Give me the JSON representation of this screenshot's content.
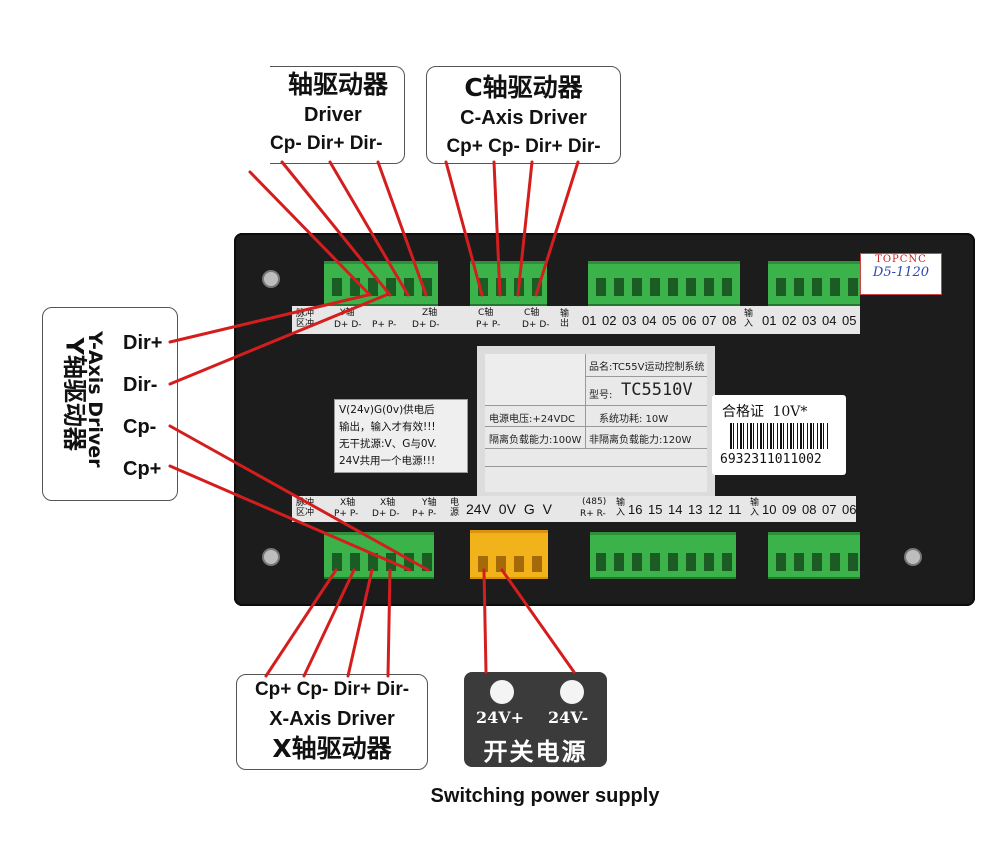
{
  "callouts": {
    "y_top": {
      "cn": "轴驱动器",
      "en": "Driver",
      "pins": "Cp- Dir+ Dir-"
    },
    "c": {
      "cn": "C轴驱动器",
      "en": "C-Axis Driver",
      "pins": "Cp+ Cp- Dir+ Dir-"
    },
    "y_left": {
      "cn": "Y轴驱动器",
      "en": "Y-Axis Driver",
      "pins": [
        "Dir+",
        "Dir-",
        "Cp-",
        "Cp+"
      ]
    },
    "x": {
      "pins": "Cp+ Cp- Dir+ Dir-",
      "en": "X-Axis Driver",
      "cn": "X轴驱动器"
    },
    "power": {
      "v_pos": "24V+",
      "v_neg": "24V-",
      "cn": "开关电源"
    }
  },
  "caption": "Switching power supply",
  "top_strip": {
    "pulse": "脉冲\n区冲",
    "y_axis": "Y轴",
    "y_pins": "D+ D-",
    "z_axis": "Z轴",
    "z_pins_a": "P+ P-",
    "z_pins_b": "D+ D-",
    "c_axis": "C轴",
    "c_pins_a": "P+ P-",
    "c_axis2": "C轴",
    "c_pins_b": "D+ D-",
    "input_label": "输出",
    "outputs": [
      "01",
      "02",
      "03",
      "04",
      "05",
      "06",
      "07",
      "08"
    ],
    "input2_label": "输入",
    "inputs": [
      "01",
      "02",
      "03",
      "04",
      "05"
    ]
  },
  "bottom_strip": {
    "pulse": "脉冲\n区冲",
    "x_axis": "X轴",
    "x_pins_a": "P+ P-",
    "x_axis2": "X轴",
    "x_pins_b": "D+ D-",
    "y_axis": "Y轴",
    "y_pins": "P+ P-",
    "power_label": "电源",
    "power": "24V 0V G V",
    "rs485": "(485)",
    "rs485_pins": "R+ R-",
    "input_label": "输入",
    "inputs_a": [
      "16",
      "15",
      "14",
      "13",
      "12",
      "11"
    ],
    "input2_label": "输入",
    "inputs_b": [
      "10",
      "09",
      "08",
      "07",
      "06"
    ]
  },
  "notice": [
    "V(24v)G(0v)供电后",
    "输出，输入才有效!!!",
    "无干扰源:V、G与0V.",
    "24V共用一个电源!!!"
  ],
  "nameplate": {
    "name_label": "品名:TC55V运动控制系统",
    "model_label": "型号:",
    "model": "TC5510V",
    "voltage": "电源电压:+24VDC",
    "power_use": "系统功耗: 10W",
    "iso_load": "隔离负载能力:100W",
    "noniso_load": "非隔离负载能力:120W"
  },
  "certificate": {
    "title": "合格证",
    "voltage": "10V*",
    "barcode": "6932311011002"
  },
  "tag": {
    "brand": "TOPCNC",
    "handwritten": "D5-1120"
  },
  "colors": {
    "wire": "#d41e1e",
    "panel": "#1c1c1c",
    "terminal_green": "#3bb34a",
    "terminal_orange": "#f2b21a"
  }
}
